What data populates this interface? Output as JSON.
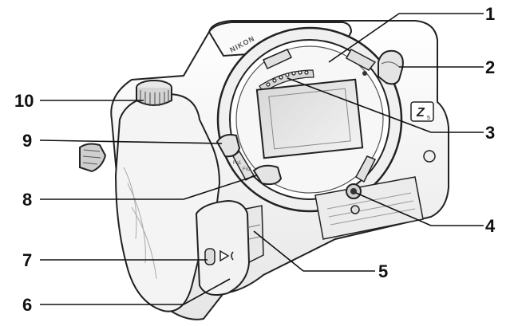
{
  "diagram": {
    "brand_text": "NIKON",
    "badge_text": "Z",
    "badge_sub": "5",
    "fn1_label": "Fn1",
    "fn2_label": "Fn2",
    "callouts": [
      {
        "id": 1,
        "label": "1"
      },
      {
        "id": 2,
        "label": "2"
      },
      {
        "id": 3,
        "label": "3"
      },
      {
        "id": 4,
        "label": "4"
      },
      {
        "id": 5,
        "label": "5"
      },
      {
        "id": 6,
        "label": "6"
      },
      {
        "id": 7,
        "label": "7"
      },
      {
        "id": 8,
        "label": "8"
      },
      {
        "id": 9,
        "label": "9"
      },
      {
        "id": 10,
        "label": "10"
      }
    ]
  }
}
